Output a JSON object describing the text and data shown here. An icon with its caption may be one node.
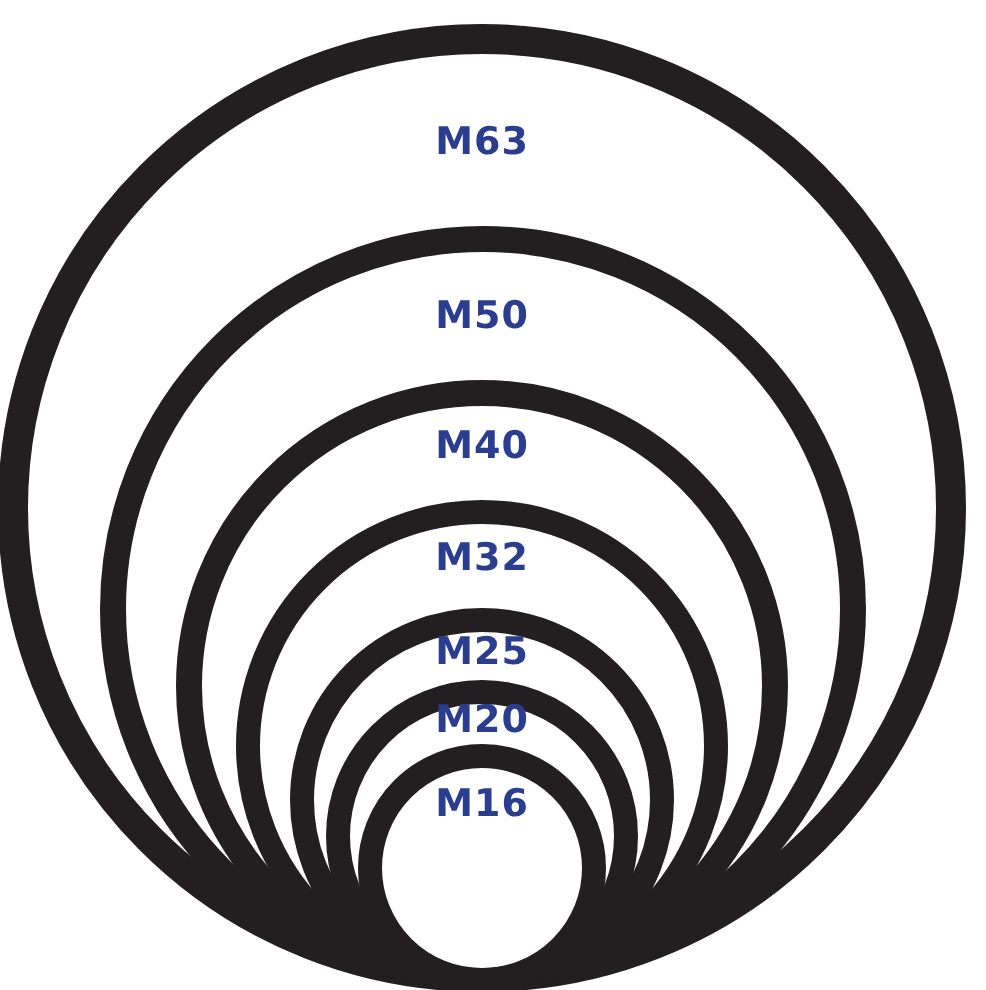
{
  "diagram": {
    "nodes": [
      {
        "text": [
          "M63"
        ]
      },
      {
        "text": [
          "M50"
        ],
        "in": 0
      },
      {
        "text": [
          "M40"
        ],
        "in": 1
      },
      {
        "text": [
          "M32"
        ],
        "in": 2
      },
      {
        "text": [
          "M25"
        ],
        "in": 3
      },
      {
        "text": [
          "M20"
        ],
        "in": 4
      },
      {
        "text": [
          "M16"
        ],
        "in": 5
      }
    ]
  }
}
